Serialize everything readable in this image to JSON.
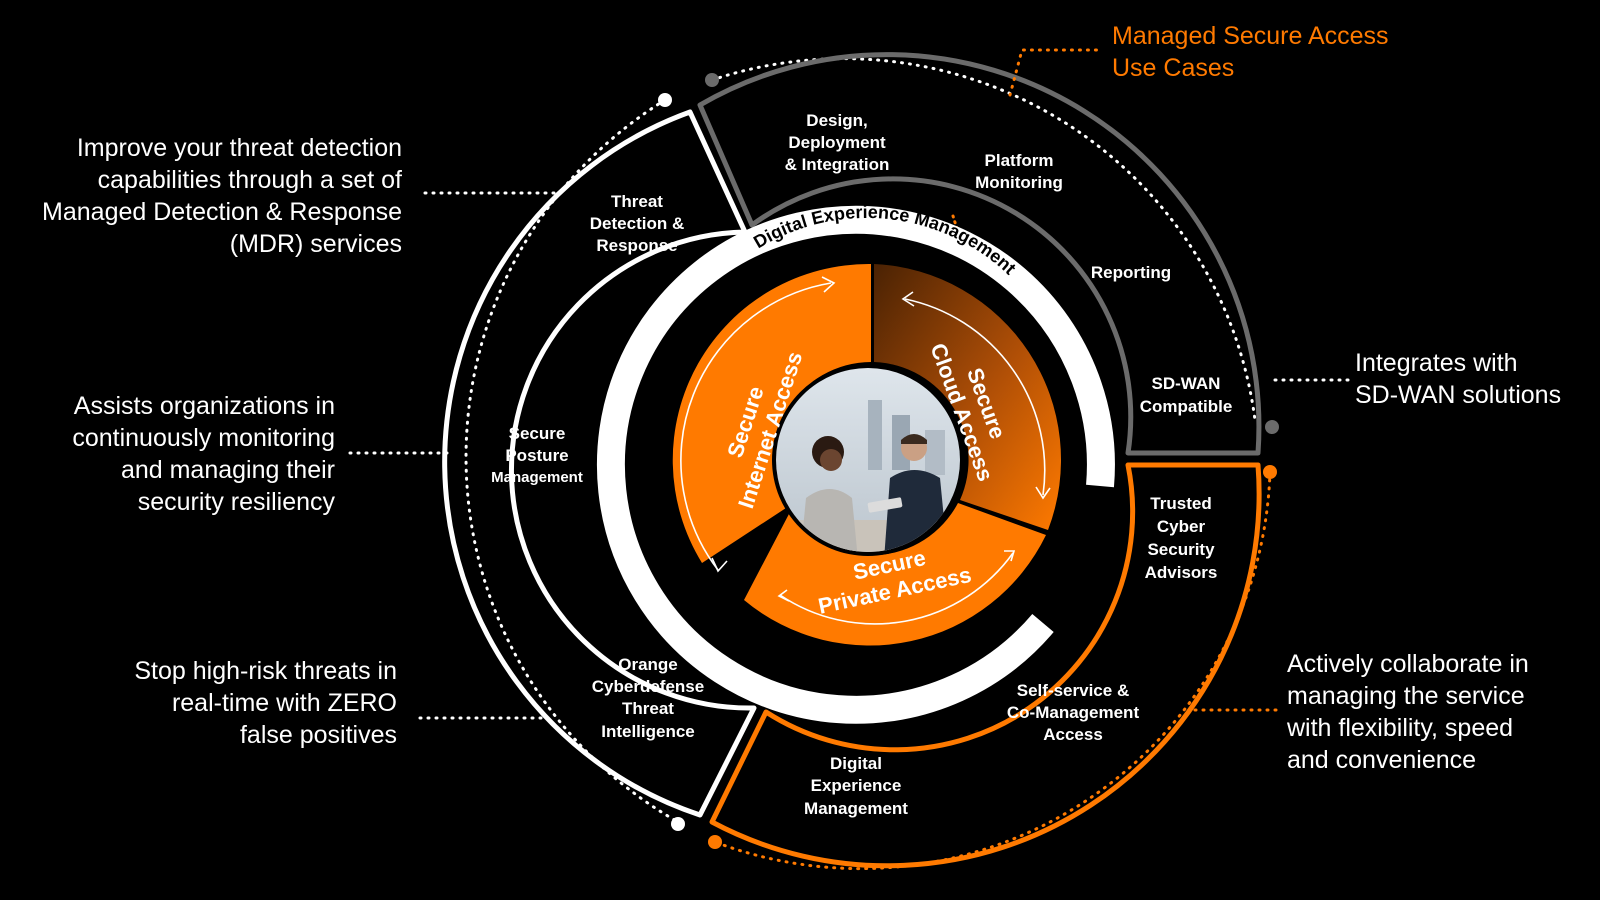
{
  "colors": {
    "orange": "#ff7a00",
    "white": "#ffffff",
    "gray": "#6b6b6b",
    "background": "#000000"
  },
  "header": {
    "title_line1": "Managed Secure Access",
    "title_line2": "Use Cases"
  },
  "callouts": {
    "mdr": [
      "Improve your threat detection",
      "capabilities through a set of",
      "Managed Detection & Response",
      "(MDR) services"
    ],
    "monitoring": [
      "Assists organizations in",
      "continuously monitoring",
      "and managing their",
      "security resiliency"
    ],
    "threats": [
      "Stop high-risk threats in",
      "real-time with ZERO",
      "false positives"
    ],
    "sdwan": [
      "Integrates with",
      "SD-WAN solutions"
    ],
    "collaborate": [
      "Actively collaborate in",
      "managing the service",
      "with flexibility, speed",
      "and convenience"
    ]
  },
  "outer_ring": {
    "gray_segment": {
      "design": [
        "Design,",
        "Deployment",
        "& Integration"
      ],
      "platform": [
        "Platform",
        "Monitoring"
      ],
      "reporting": [
        "Reporting"
      ],
      "sdwan": [
        "SD-WAN",
        "Compatible"
      ]
    },
    "white_segment": {
      "threat_detection": [
        "Threat",
        "Detection &",
        "Response"
      ],
      "posture": [
        "Secure",
        "Posture",
        "Management"
      ],
      "intel": [
        "Orange",
        "Cyberdefense",
        "Threat",
        "Intelligence"
      ]
    },
    "orange_segment": {
      "advisors": [
        "Trusted",
        "Cyber",
        "Security",
        "Advisors"
      ],
      "self_service": [
        "Self-service &",
        "Co-Management",
        "Access"
      ],
      "dem": [
        "Digital",
        "Experience",
        "Management"
      ]
    }
  },
  "inner_ring": {
    "label": "Digital Experience Management"
  },
  "core": {
    "internet": [
      "Secure",
      "Internet Access"
    ],
    "cloud": [
      "Secure",
      "Cloud Access"
    ],
    "private": [
      "Secure",
      "Private Access"
    ]
  },
  "center_photo": {
    "subject": "two-people-meeting-photo"
  }
}
